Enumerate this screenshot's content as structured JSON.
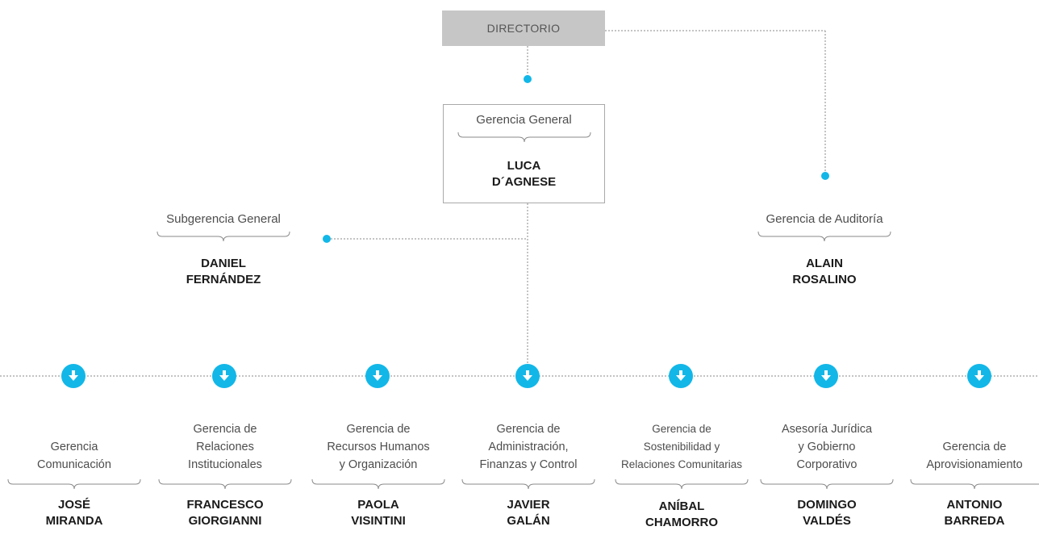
{
  "colors": {
    "accent": "#12b7e8",
    "line": "#888888",
    "box_fill": "#c6c6c6",
    "box_border": "#a9a9a9"
  },
  "directorio": {
    "label": "DIRECTORIO"
  },
  "gerencia_general": {
    "title": "Gerencia General",
    "name": "LUCA\nD´AGNESE"
  },
  "subgerencia": {
    "title": "Subgerencia General",
    "name": "DANIEL\nFERNÁNDEZ"
  },
  "auditoria": {
    "title": "Gerencia de Auditoría",
    "name": "ALAIN\nROSALINO"
  },
  "departments": [
    {
      "title": "Gerencia\nComunicación",
      "name": "JOSÉ\nMIRANDA",
      "icon": "arrow-down-icon"
    },
    {
      "title": "Gerencia de\nRelaciones\nInstitucionales",
      "name": "FRANCESCO\nGIORGIANNI",
      "icon": "arrow-down-icon"
    },
    {
      "title": "Gerencia de\nRecursos Humanos\ny Organización",
      "name": "PAOLA\nVISINTINI",
      "icon": "arrow-down-icon"
    },
    {
      "title": "Gerencia de\nAdministración,\nFinanzas y Control",
      "name": "JAVIER\nGALÁN",
      "icon": "arrow-down-icon"
    },
    {
      "title": "Gerencia de\nSostenibilidad y\nRelaciones Comunitarias",
      "name": "ANÍBAL\nCHAMORRO",
      "icon": "arrow-down-icon"
    },
    {
      "title": "Asesoría Jurídica\ny Gobierno\nCorporativo",
      "name": "DOMINGO\nVALDÉS",
      "icon": "arrow-down-icon"
    },
    {
      "title": "Gerencia de\nAprovisionamiento",
      "name": "ANTONIO\nBARREDA",
      "icon": "arrow-down-icon"
    }
  ]
}
